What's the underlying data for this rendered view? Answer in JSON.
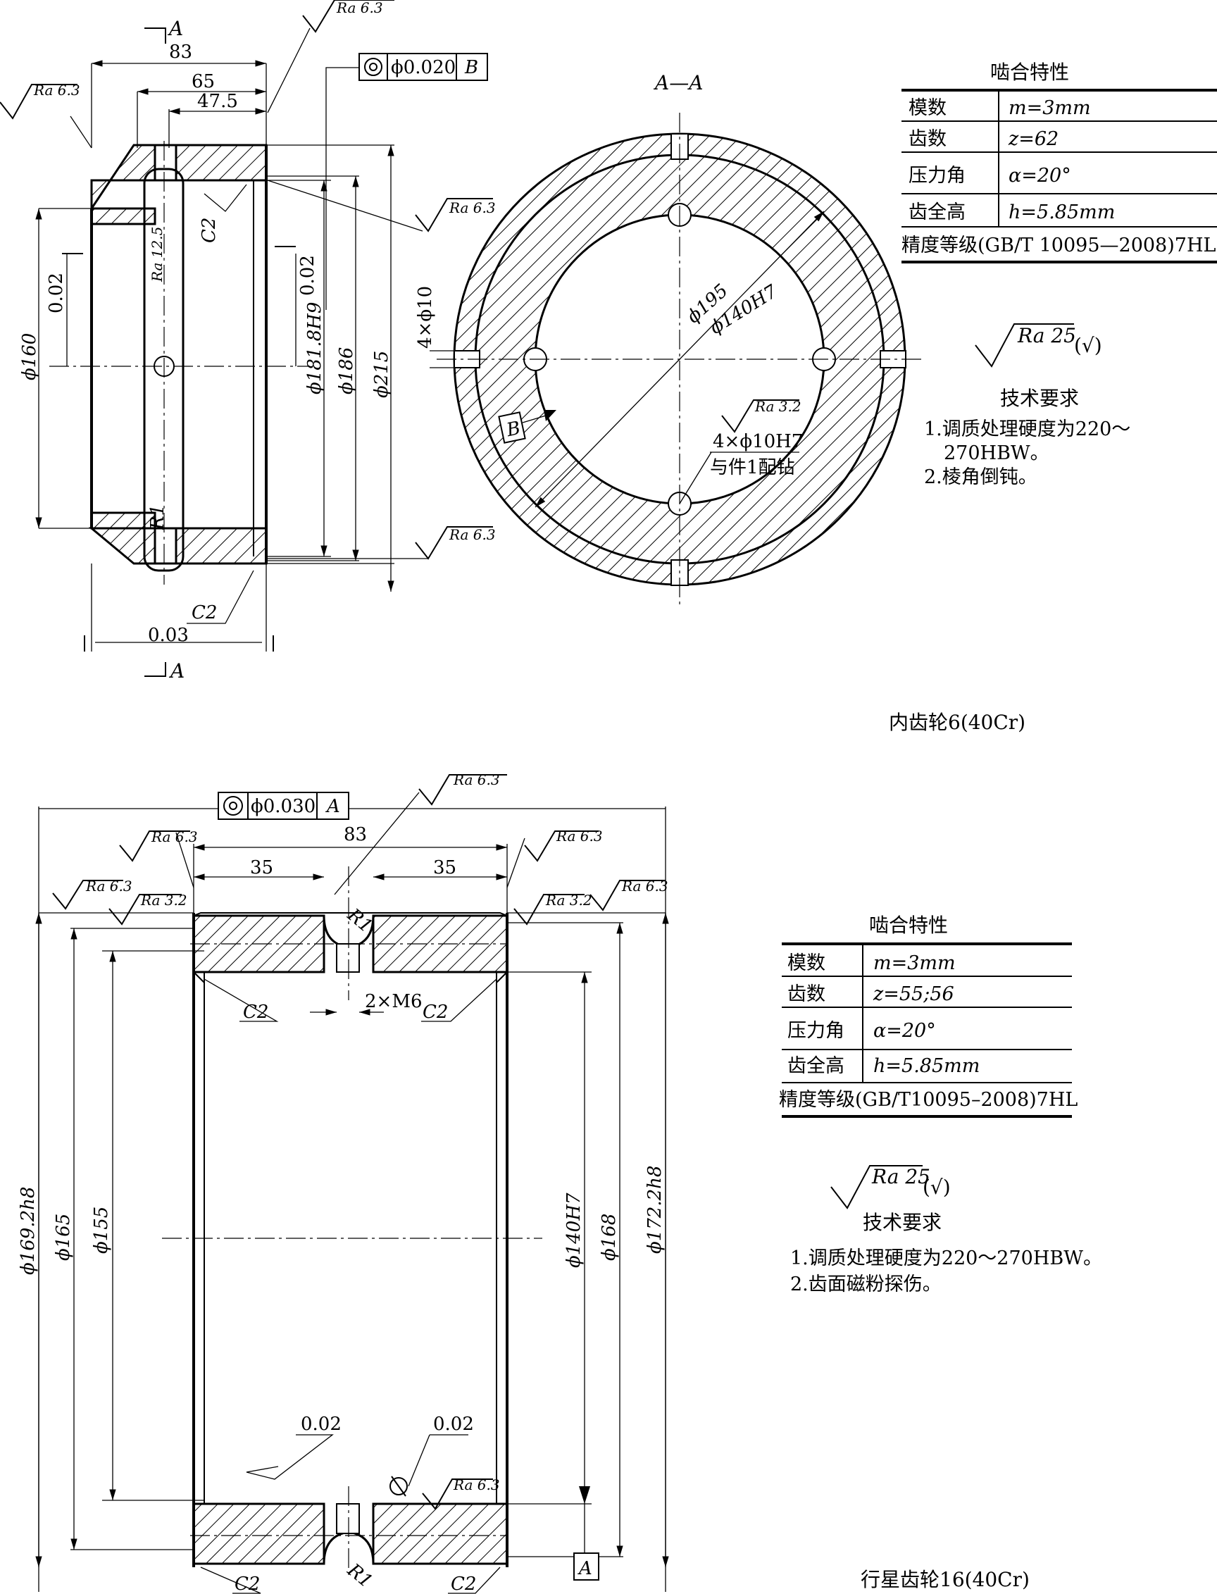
{
  "top_drawing": {
    "title": "内齿轮6(40Cr)",
    "section_label": "A—A",
    "cut_label": "A",
    "dims": {
      "d83": "83",
      "d65": "65",
      "d47": "47.5",
      "phi160": "ϕ160",
      "phi181": "ϕ181.8H9",
      "phi186": "ϕ186",
      "phi215": "ϕ215",
      "tol_left": "0.02",
      "tol_right": "0.02",
      "tol_bottom": "0.03",
      "c2a": "C2",
      "c2b": "C2",
      "r1": "R1",
      "ra125": "Ra 12.5",
      "phi195": "ϕ195",
      "phi140": "ϕ140H7",
      "holes4x10": "4×ϕ10",
      "holes4x10h7": "4×ϕ10H7",
      "drill_note": "与件1配钻",
      "datum_b": "B"
    },
    "ra": {
      "r1": "Ra 6.3",
      "r2": "Ra 6.3",
      "r3": "Ra 6.3",
      "r4": "Ra 6.3",
      "r5": "Ra 3.2"
    },
    "fcf": {
      "value": "ϕ0.020",
      "datum": "B"
    },
    "mesh_table": {
      "heading": "啮合特性",
      "rows": [
        {
          "k": "模数",
          "v": "m=3mm"
        },
        {
          "k": "齿数",
          "v": "z=62"
        },
        {
          "k": "压力角",
          "v": "α=20°"
        },
        {
          "k": "齿全高",
          "v": "h=5.85mm"
        }
      ],
      "precision": "精度等级(GB/T 10095—2008)7HL"
    },
    "general_ra": "Ra 25",
    "general_ra_suffix": "(√)",
    "tech_heading": "技术要求",
    "tech_notes": [
      "1.调质处理硬度为220～",
      "270HBW。",
      "2.棱角倒钝。"
    ]
  },
  "bottom_drawing": {
    "title": "行星齿轮16(40Cr)",
    "dims": {
      "d83": "83",
      "d35a": "35",
      "d35b": "35",
      "r1a": "R1",
      "r1b": "R1",
      "m6": "2×M6",
      "c2a": "C2",
      "c2b": "C2",
      "c2c": "C2",
      "c2d": "C2",
      "phi169": "ϕ169.2h8",
      "phi165": "ϕ165",
      "phi155": "ϕ155",
      "phi140": "ϕ140H7",
      "phi168": "ϕ168",
      "phi172": "ϕ172.2h8",
      "tol_a": "0.02",
      "tol_b": "0.02",
      "datum_a": "A"
    },
    "ra": {
      "r1": "Ra 6.3",
      "r2": "Ra 6.3",
      "r3": "Ra 6.3",
      "r4": "Ra 6.3",
      "r5": "Ra 3.2",
      "r6": "Ra 6.3",
      "r7": "Ra 6.3",
      "r8": "Ra 3.2"
    },
    "fcf": {
      "value": "ϕ0.030",
      "datum": "A"
    },
    "mesh_table": {
      "heading": "啮合特性",
      "rows": [
        {
          "k": "模数",
          "v": "m=3mm"
        },
        {
          "k": "齿数",
          "v": "z=55;56"
        },
        {
          "k": "压力角",
          "v": "α=20°"
        },
        {
          "k": "齿全高",
          "v": "h=5.85mm"
        }
      ],
      "precision": "精度等级(GB/T10095–2008)7HL"
    },
    "general_ra": "Ra 25",
    "general_ra_suffix": "(√)",
    "tech_heading": "技术要求",
    "tech_notes": [
      "1.调质处理硬度为220～270HBW。",
      "2.齿面磁粉探伤。"
    ]
  }
}
